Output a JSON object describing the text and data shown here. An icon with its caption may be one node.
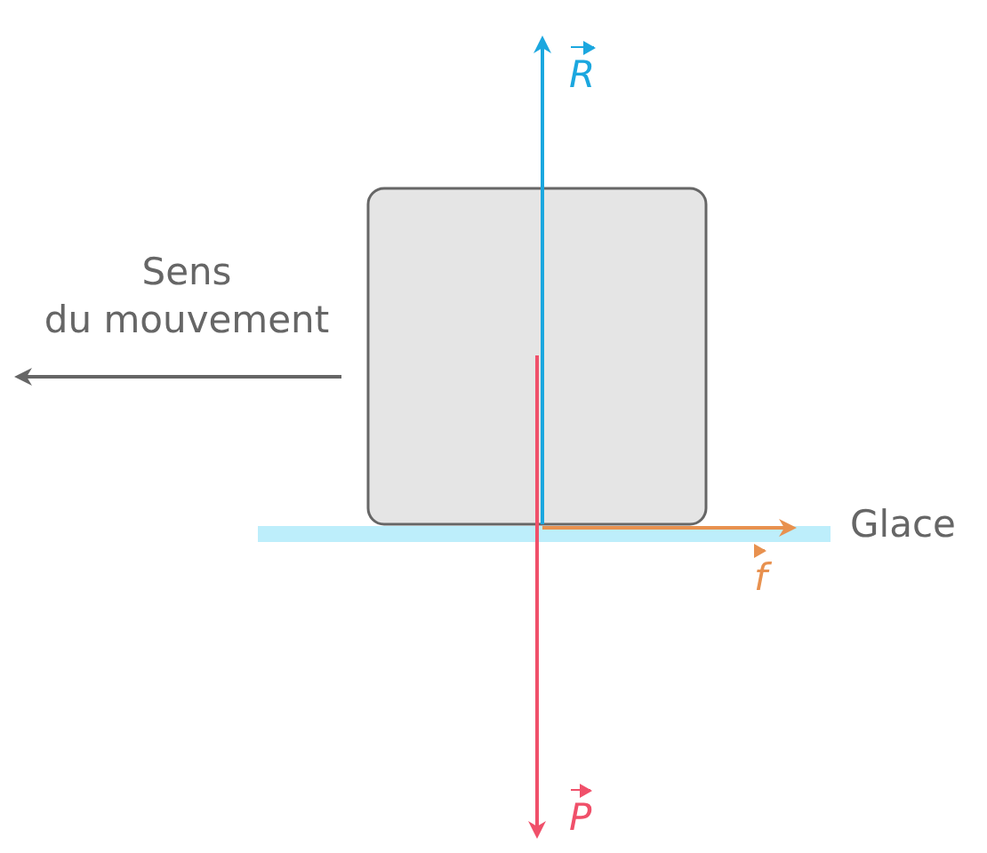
{
  "diagram": {
    "nodes": [
      {
        "text": [],
        "shape": "box"
      }
    ],
    "labels": [
      "R",
      "Sens du mouvement",
      "Glace",
      "f",
      "P"
    ]
  }
}
